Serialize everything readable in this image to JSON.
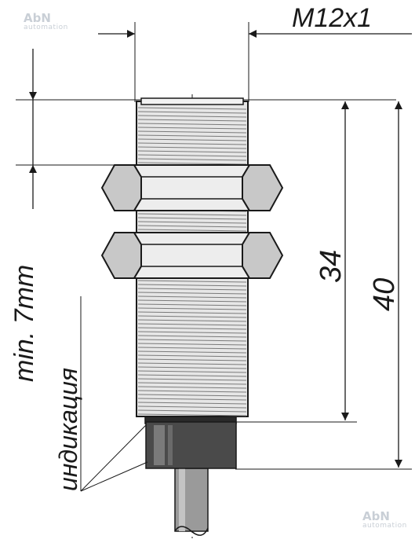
{
  "dimensions": {
    "thread": "M12x1",
    "min_gap": "min. 7mm",
    "thread_length": "34",
    "total_length": "40"
  },
  "labels": {
    "indicator": "индикация"
  },
  "watermark": {
    "brand": "AbN",
    "sub": "automation"
  },
  "colors": {
    "line": "#1a1a1a",
    "body": "#e6e6e6",
    "nut": "#c8c8c8",
    "nut_face": "#ededed",
    "led_cap": "#4a4a4a",
    "cable": "#9a9a9a",
    "watermark": "#c9cfd6"
  }
}
